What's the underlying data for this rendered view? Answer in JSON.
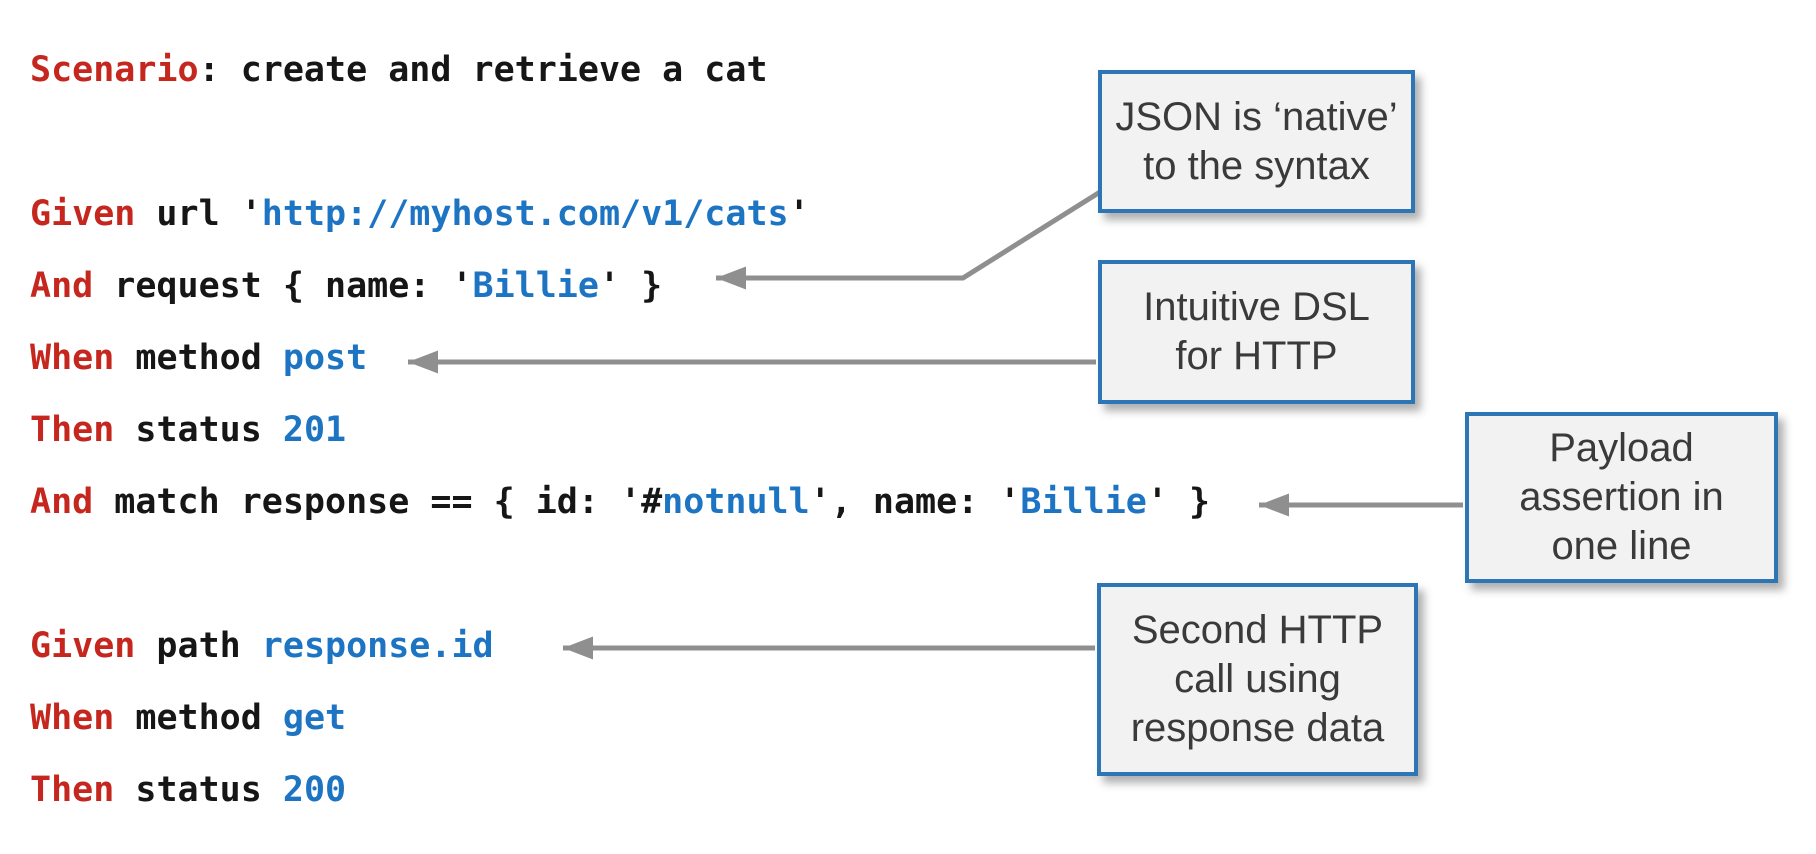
{
  "colors": {
    "red": "#c5271f",
    "blue": "#1d74c2",
    "black": "#161616",
    "arrow": "#8f8f8f",
    "box_border": "#2e75b6",
    "box_bg": "#f2f2f2",
    "box_text": "#3a3a3a"
  },
  "code": {
    "language": "karate-gherkin",
    "lines": [
      {
        "segments": [
          {
            "text": "Scenario",
            "color": "red"
          },
          {
            "text": ": create and retrieve a cat",
            "color": "black"
          }
        ]
      },
      {
        "segments": []
      },
      {
        "segments": [
          {
            "text": "Given",
            "color": "red"
          },
          {
            "text": " url '",
            "color": "black"
          },
          {
            "text": "http://myhost.com/v1/cats",
            "color": "blue"
          },
          {
            "text": "'",
            "color": "black"
          }
        ]
      },
      {
        "segments": [
          {
            "text": "And",
            "color": "red"
          },
          {
            "text": " request { name: '",
            "color": "black"
          },
          {
            "text": "Billie",
            "color": "blue"
          },
          {
            "text": "' }",
            "color": "black"
          }
        ]
      },
      {
        "segments": [
          {
            "text": "When",
            "color": "red"
          },
          {
            "text": " method ",
            "color": "black"
          },
          {
            "text": "post",
            "color": "blue"
          }
        ]
      },
      {
        "segments": [
          {
            "text": "Then",
            "color": "red"
          },
          {
            "text": " status ",
            "color": "black"
          },
          {
            "text": "201",
            "color": "blue"
          }
        ]
      },
      {
        "segments": [
          {
            "text": "And",
            "color": "red"
          },
          {
            "text": " match response == { id: '#",
            "color": "black"
          },
          {
            "text": "notnull",
            "color": "blue"
          },
          {
            "text": "', name: '",
            "color": "black"
          },
          {
            "text": "Billie",
            "color": "blue"
          },
          {
            "text": "' }",
            "color": "black"
          }
        ]
      },
      {
        "segments": []
      },
      {
        "segments": [
          {
            "text": "Given",
            "color": "red"
          },
          {
            "text": " path ",
            "color": "black"
          },
          {
            "text": "response.id",
            "color": "blue"
          }
        ]
      },
      {
        "segments": [
          {
            "text": "When",
            "color": "red"
          },
          {
            "text": " method ",
            "color": "black"
          },
          {
            "text": "get",
            "color": "blue"
          }
        ]
      },
      {
        "segments": [
          {
            "text": "Then",
            "color": "red"
          },
          {
            "text": " status ",
            "color": "black"
          },
          {
            "text": "200",
            "color": "blue"
          }
        ]
      }
    ]
  },
  "callouts": [
    {
      "id": "json-native",
      "text": "JSON is ‘native’\nto the syntax"
    },
    {
      "id": "intuitive-dsl",
      "text": "Intuitive DSL\nfor HTTP"
    },
    {
      "id": "payload",
      "text": "Payload\nassertion in\none line"
    },
    {
      "id": "second-call",
      "text": "Second HTTP\ncall using\nresponse data"
    }
  ]
}
